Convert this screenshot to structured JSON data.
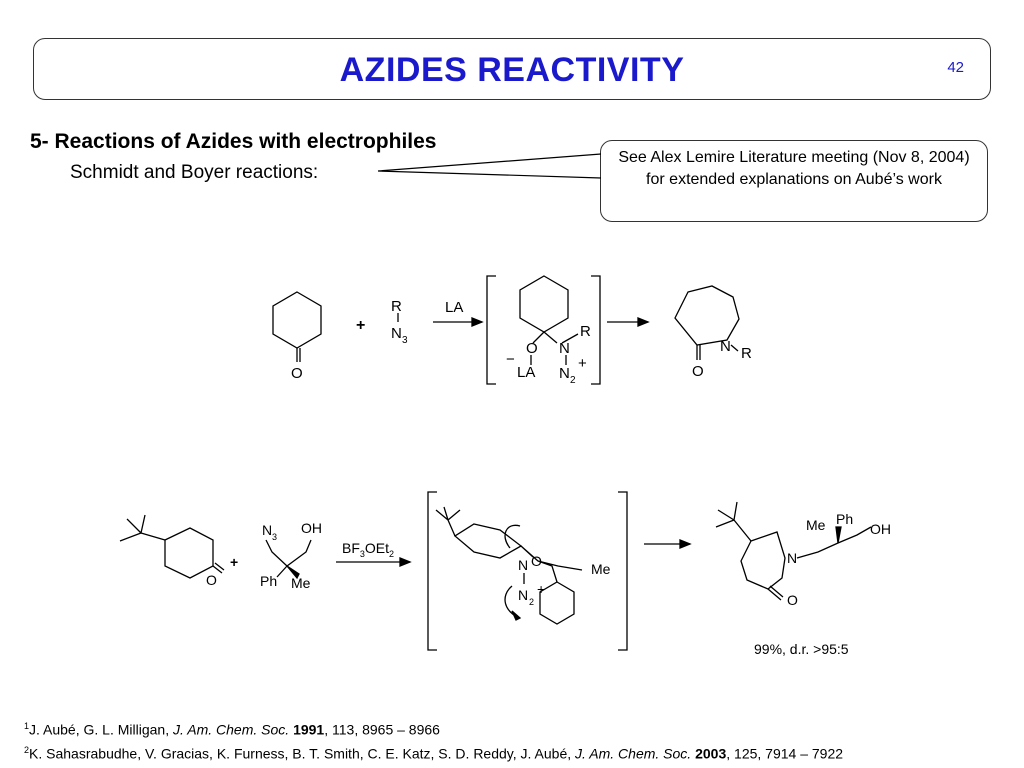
{
  "header": {
    "title": "AZIDES REACTIVITY",
    "page_number": "42"
  },
  "section": {
    "heading": "5- Reactions of Azides with electrophiles",
    "subheading": "Schmidt and Boyer reactions:"
  },
  "callout": {
    "text": "See Alex Lemire Literature meeting (Nov 8, 2004) for extended explanations on Aubé’s work"
  },
  "scheme1": {
    "plus": "+",
    "R": "R",
    "N3_N": "N",
    "N3_sub": "3",
    "reagent": "LA",
    "O": "O",
    "N": "N",
    "minus": "−",
    "LA": "LA",
    "N2_N": "N",
    "N2_sub": "2",
    "plus_charge": "+"
  },
  "scheme2": {
    "plus": "+",
    "O": "O",
    "N3_N": "N",
    "N3_sub": "3",
    "OH": "OH",
    "Ph": "Ph",
    "Me": "Me",
    "reagent_a": "BF",
    "reagent_sub1": "3",
    "reagent_b": "OEt",
    "reagent_sub2": "2",
    "int_O": "O",
    "int_N": "N",
    "int_Me": "Me",
    "int_N2_N": "N",
    "int_N2_sub": "2",
    "int_plus": "+",
    "prod_Me": "Me",
    "prod_Ph": "Ph",
    "prod_OH": "OH",
    "prod_N": "N",
    "prod_O": "O",
    "yield": "99%, d.r. >95:5"
  },
  "references": [
    {
      "num": "1",
      "authors": "J. Aubé, G. L. Milligan, ",
      "journal": "J. Am. Chem. Soc.",
      "year": "1991",
      "rest": ", 113, 8965 – 8966"
    },
    {
      "num": "2",
      "authors": "K. Sahasrabudhe, V. Gracias, K. Furness, B. T. Smith, C. E. Katz, S. D. Reddy, J. Aubé, ",
      "journal": "J. Am. Chem. Soc.",
      "year": "2003",
      "rest": ", 125, 7914 – 7922"
    }
  ]
}
